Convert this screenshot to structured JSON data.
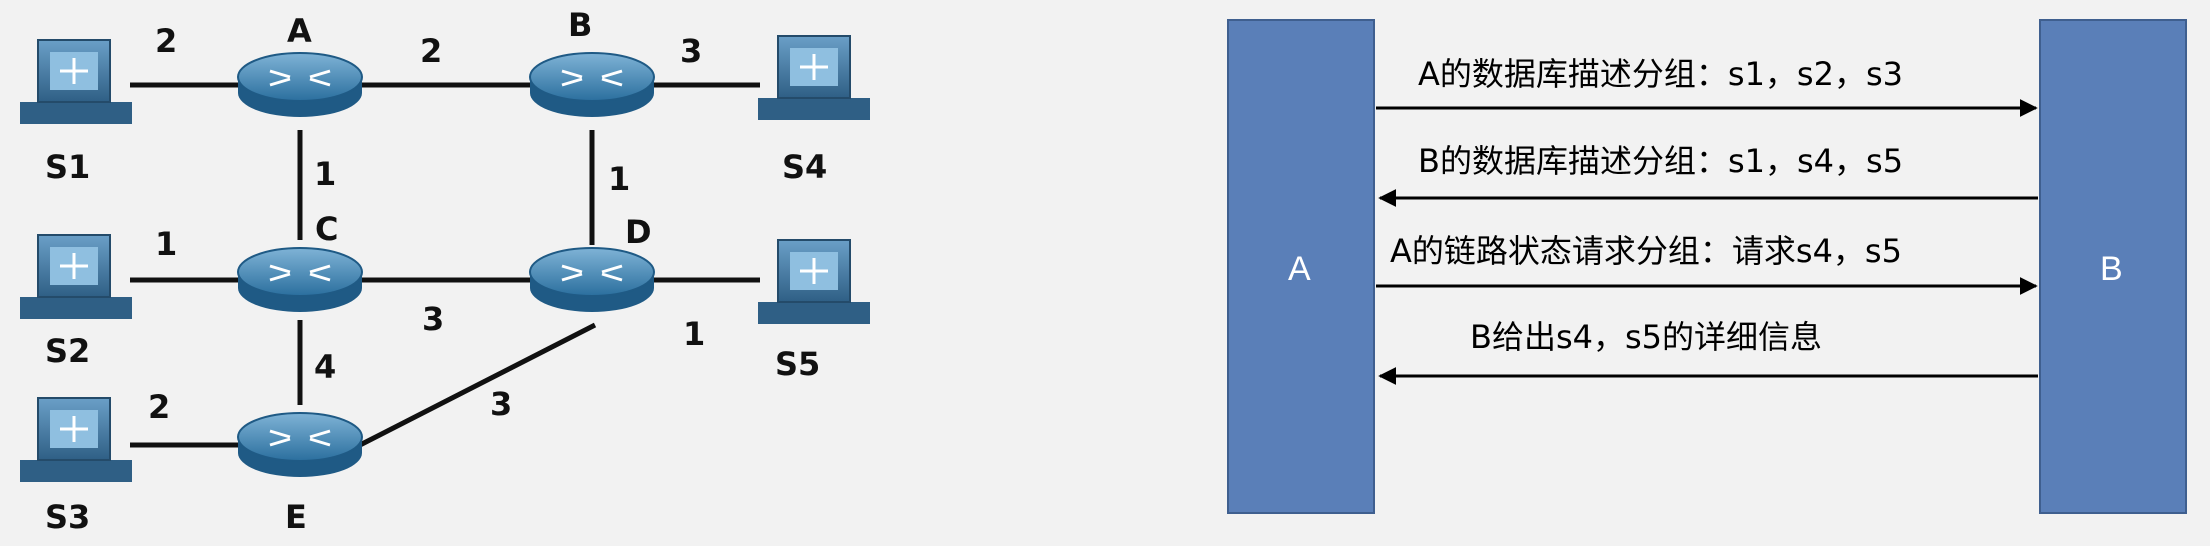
{
  "topology": {
    "routers": [
      {
        "id": "A",
        "label": "A"
      },
      {
        "id": "B",
        "label": "B"
      },
      {
        "id": "C",
        "label": "C"
      },
      {
        "id": "D",
        "label": "D"
      },
      {
        "id": "E",
        "label": "E"
      }
    ],
    "hosts": [
      {
        "id": "S1",
        "label": "S1"
      },
      {
        "id": "S2",
        "label": "S2"
      },
      {
        "id": "S3",
        "label": "S3"
      },
      {
        "id": "S4",
        "label": "S4"
      },
      {
        "id": "S5",
        "label": "S5"
      }
    ],
    "links": [
      {
        "from": "S1",
        "to": "A",
        "cost": "2"
      },
      {
        "from": "A",
        "to": "B",
        "cost": "2"
      },
      {
        "from": "B",
        "to": "S4",
        "cost": "3"
      },
      {
        "from": "A",
        "to": "C",
        "cost": "1"
      },
      {
        "from": "B",
        "to": "D",
        "cost": "1"
      },
      {
        "from": "S2",
        "to": "C",
        "cost": "1"
      },
      {
        "from": "C",
        "to": "D",
        "cost": "3"
      },
      {
        "from": "D",
        "to": "S5",
        "cost": "1"
      },
      {
        "from": "C",
        "to": "E",
        "cost": "4"
      },
      {
        "from": "S3",
        "to": "E",
        "cost": "2"
      },
      {
        "from": "E",
        "to": "D",
        "cost": "3"
      }
    ]
  },
  "exchange": {
    "left_box": "A",
    "right_box": "B",
    "box_color": "#5a7fb8",
    "messages": [
      {
        "text": "A的数据库描述分组：s1，s2，s3",
        "direction": "right"
      },
      {
        "text": "B的数据库描述分组：s1，s4，s5",
        "direction": "left"
      },
      {
        "text": "A的链路状态请求分组：请求s4，s5",
        "direction": "right"
      },
      {
        "text": "B给出s4，s5的详细信息",
        "direction": "left"
      }
    ]
  }
}
